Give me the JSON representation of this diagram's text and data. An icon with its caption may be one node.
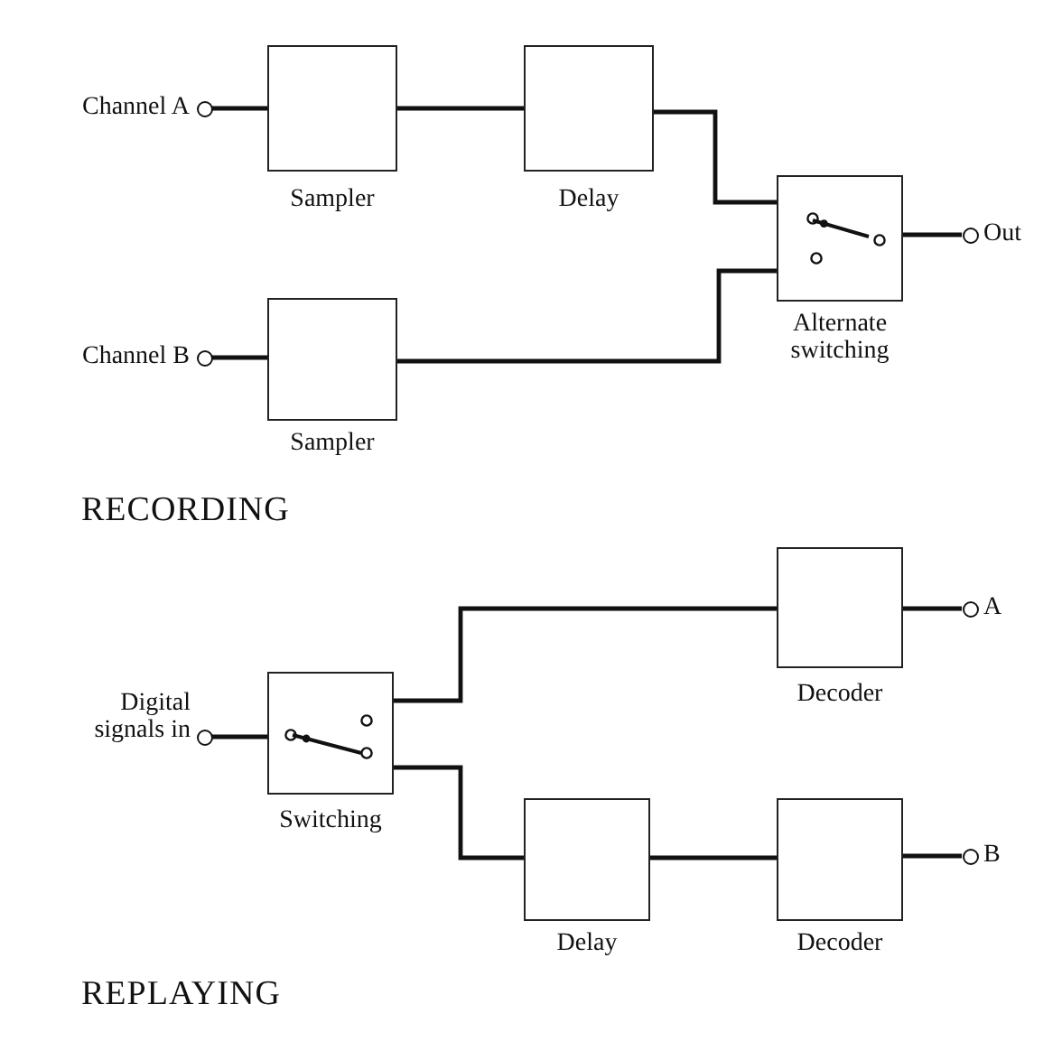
{
  "diagram": {
    "nodes": [
      {
        "text": [
          "Channel A"
        ]
      },
      {
        "text": [
          "Sampler"
        ]
      },
      {
        "text": [
          "Delay"
        ]
      },
      {
        "text": [
          "Channel B"
        ]
      },
      {
        "text": [
          "Sampler"
        ]
      },
      {
        "text": [
          "Alternate switching"
        ]
      },
      {
        "text": [
          "Out"
        ]
      },
      {
        "text": [
          "Digital signals in"
        ]
      },
      {
        "text": [
          "Switching"
        ]
      },
      {
        "text": [
          "Decoder"
        ]
      },
      {
        "text": [
          "A"
        ]
      },
      {
        "text": [
          "Delay"
        ]
      },
      {
        "text": [
          "Decoder"
        ]
      },
      {
        "text": [
          "B"
        ]
      }
    ],
    "edges": [
      {
        "from": 0,
        "to": 1,
        "arrow": "none"
      },
      {
        "from": 1,
        "to": 2,
        "arrow": "none"
      },
      {
        "from": 2,
        "to": 5,
        "arrow": "none"
      },
      {
        "from": 3,
        "to": 4,
        "arrow": "none"
      },
      {
        "from": 4,
        "to": 5,
        "arrow": "none"
      },
      {
        "from": 5,
        "to": 6,
        "arrow": "none"
      },
      {
        "from": 7,
        "to": 8,
        "arrow": "none"
      },
      {
        "from": 8,
        "to": 9,
        "arrow": "none"
      },
      {
        "from": 9,
        "to": 10,
        "arrow": "none"
      },
      {
        "from": 8,
        "to": 11,
        "arrow": "none"
      },
      {
        "from": 11,
        "to": 12,
        "arrow": "none"
      },
      {
        "from": 12,
        "to": 13,
        "arrow": "none"
      }
    ],
    "labels": [
      "RECORDING",
      "REPLAYING"
    ]
  }
}
